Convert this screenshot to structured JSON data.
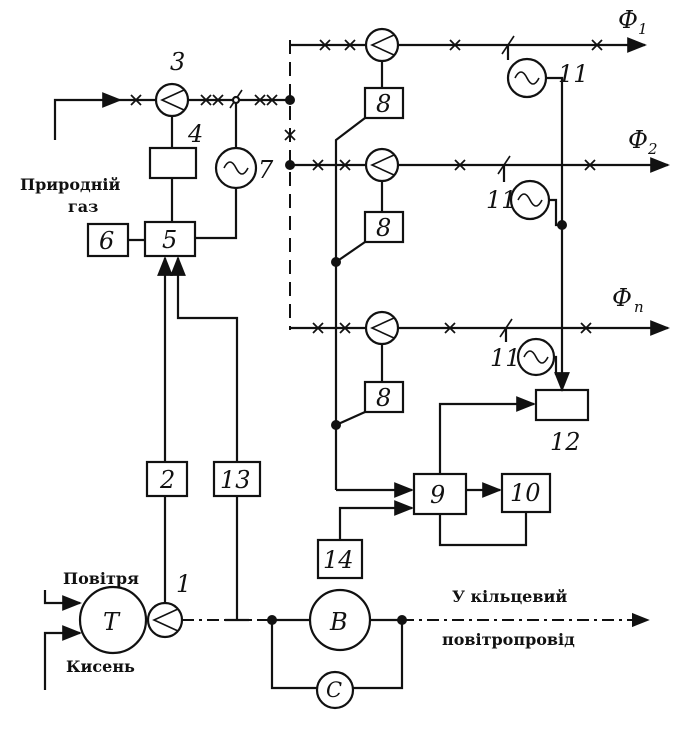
{
  "labels": {
    "natural_gas_line1": "Природній",
    "natural_gas_line2": "газ",
    "air": "Повітря",
    "oxygen": "Кисень",
    "to_ring_line1": "У кільцевий",
    "to_ring_line2": "повітропровід"
  },
  "outputs": {
    "f1": {
      "symbol": "Ф",
      "sub": "1"
    },
    "f2": {
      "symbol": "Ф",
      "sub": "2"
    },
    "fn": {
      "symbol": "Ф",
      "sub": "n"
    }
  },
  "blocks": {
    "b1": "1",
    "b2": "2",
    "b3": "3",
    "b4": "4",
    "b5": "5",
    "b6": "6",
    "b7": "7",
    "b8": "8",
    "b9": "9",
    "b10": "10",
    "b11": "11",
    "b12": "12",
    "b13": "13",
    "b14": "14",
    "T": "Т",
    "B": "В",
    "C": "С"
  }
}
